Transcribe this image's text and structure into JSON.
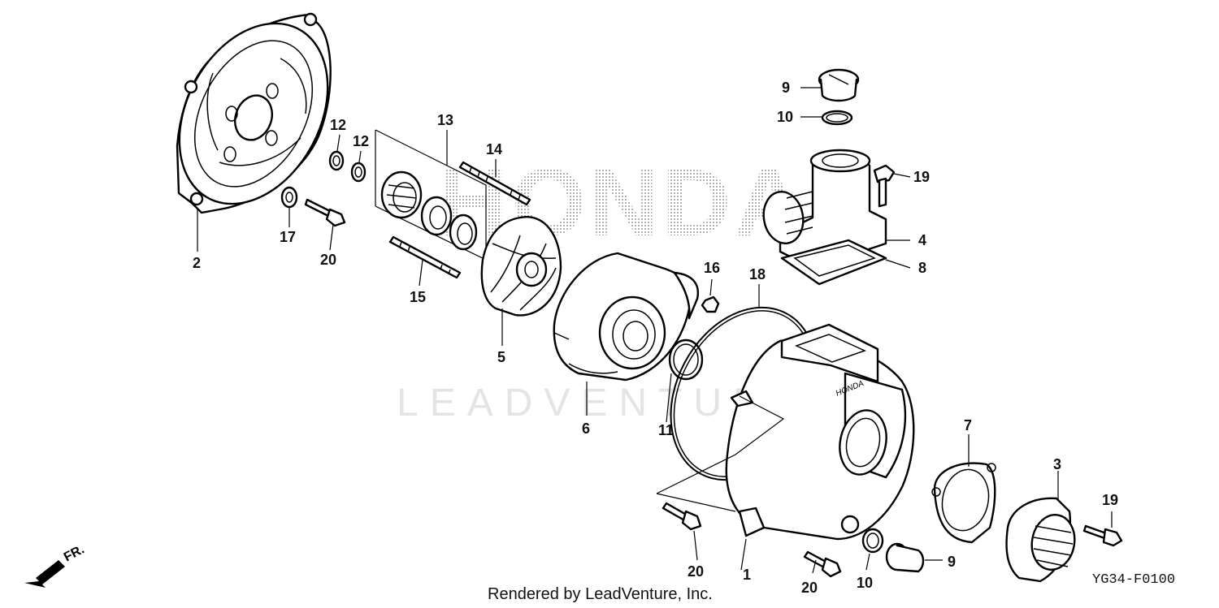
{
  "watermark": {
    "logo_text": "HONDA",
    "text": "LEADVENTURE"
  },
  "credit": "Rendered by LeadVenture, Inc.",
  "diagram_code": "YG34-F0100",
  "direction_label": "FR.",
  "casing_text": "HONDA",
  "callouts": {
    "c1": "1",
    "c2": "2",
    "c3": "3",
    "c4": "4",
    "c5": "5",
    "c6": "6",
    "c7": "7",
    "c8": "8",
    "c9a": "9",
    "c9b": "9",
    "c10a": "10",
    "c10b": "10",
    "c11": "11",
    "c12a": "12",
    "c12b": "12",
    "c13": "13",
    "c14": "14",
    "c15": "15",
    "c16": "16",
    "c17": "17",
    "c18": "18",
    "c19a": "19",
    "c19b": "19",
    "c20a": "20",
    "c20b": "20",
    "c20c": "20"
  }
}
